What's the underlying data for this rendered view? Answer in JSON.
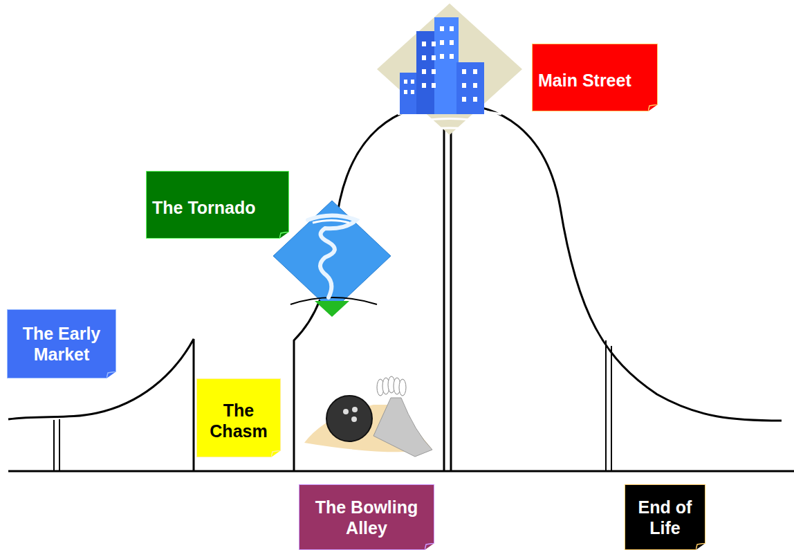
{
  "diagram": {
    "nodes": [
      {
        "text": [
          "Main Street"
        ]
      },
      {
        "text": [
          "The Tornado"
        ]
      },
      {
        "text": [
          "The Early Market"
        ]
      },
      {
        "text": [
          "The Chasm"
        ]
      },
      {
        "text": [
          "The Bowling Alley"
        ]
      },
      {
        "text": [
          "End of Life"
        ]
      }
    ]
  }
}
